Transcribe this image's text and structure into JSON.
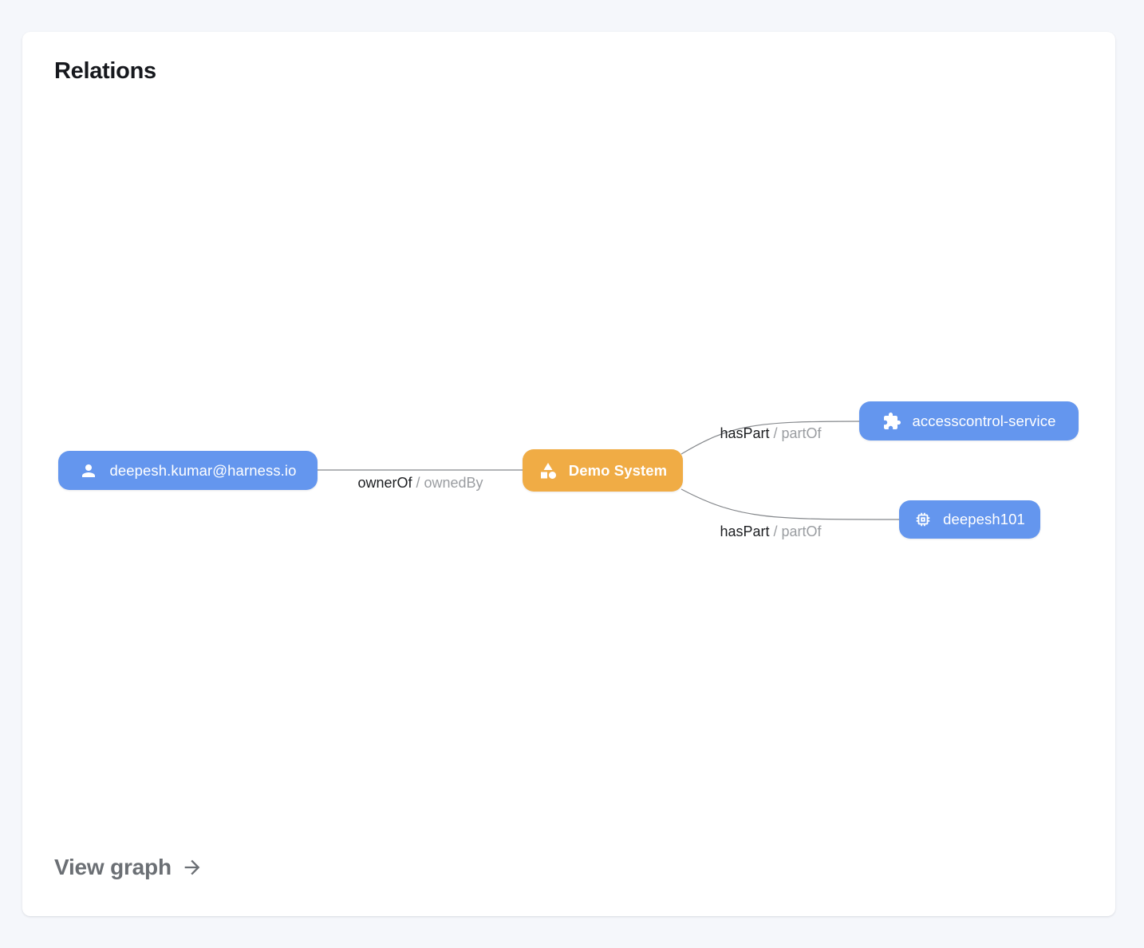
{
  "card": {
    "title": "Relations",
    "view_graph_label": "View graph"
  },
  "graph": {
    "nodes": [
      {
        "label": "deepesh.kumar@harness.io",
        "icon": "user-icon",
        "color": "#6496ee"
      },
      {
        "label": "Demo System",
        "icon": "category-shapes-icon",
        "color": "#f0ac45"
      },
      {
        "label": "accesscontrol-service",
        "icon": "puzzle-icon",
        "color": "#6496ee"
      },
      {
        "label": "deepesh101",
        "icon": "chip-icon",
        "color": "#6496ee"
      }
    ],
    "edges": [
      {
        "from": "deepesh.kumar@harness.io",
        "to": "Demo System",
        "label": "ownerOf",
        "separator": "/",
        "reverse_label": "ownedBy"
      },
      {
        "from": "Demo System",
        "to": "accesscontrol-service",
        "label": "hasPart",
        "separator": "/",
        "reverse_label": "partOf"
      },
      {
        "from": "Demo System",
        "to": "deepesh101",
        "label": "hasPart",
        "separator": "/",
        "reverse_label": "partOf"
      }
    ]
  },
  "colors": {
    "page_background": "#f5f7fb",
    "card_background": "#ffffff",
    "node_blue": "#6496ee",
    "node_orange": "#f0ac45",
    "edge_line": "#85888c",
    "edge_label_primary": "#1c1e21",
    "edge_label_secondary": "#9a9da1",
    "title_text": "#16181d",
    "footer_text": "#6b6f74"
  }
}
